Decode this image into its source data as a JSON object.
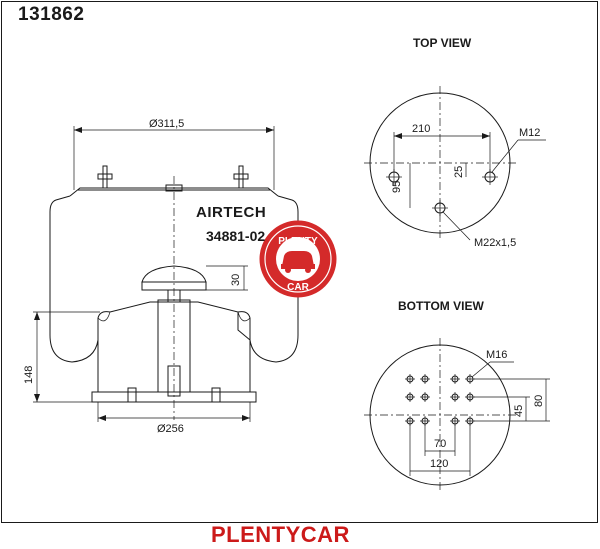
{
  "header": {
    "part_number": "131862"
  },
  "views": {
    "top_label": "TOP VIEW",
    "bottom_label": "BOTTOM VIEW"
  },
  "product": {
    "brand": "AIRTECH",
    "model": "34881-02"
  },
  "dimensions": {
    "top_plate_diameter": "Ø311,5",
    "piston_diameter": "Ø256",
    "height": "148",
    "bumper": "30",
    "top_bolt_spacing": "210",
    "top_offset_25": "25",
    "top_offset_95": "95",
    "top_stud": "M12",
    "top_air_fitting": "M22x1,5",
    "bottom_thread": "M16",
    "bottom_45": "45",
    "bottom_80": "80",
    "bottom_70": "70",
    "bottom_120": "120"
  },
  "stamp": {
    "top": "PLENTY",
    "bottom": "CAR",
    "color": "#d42a2a"
  },
  "footer": {
    "brand": "PLENTYCAR",
    "color": "#cc1a1a"
  }
}
